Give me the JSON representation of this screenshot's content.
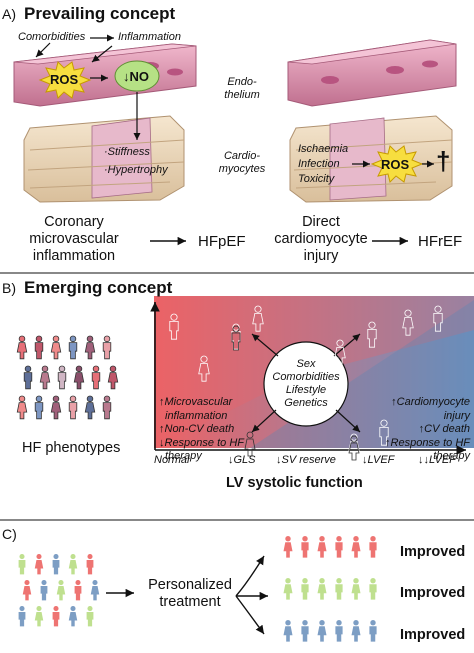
{
  "sectionA": {
    "letter": "A)",
    "title": "Prevailing concept",
    "comorbidities": "Comorbidities",
    "inflammation": "Inflammation",
    "ros": "ROS",
    "no": "↓NO",
    "endothelium_1": "Endo-",
    "endothelium_2": "thelium",
    "cardio_1": "Cardio-",
    "cardio_2": "myocytes",
    "stiffness": "·Stiffness",
    "hypertrophy": "·Hypertrophy",
    "ischaemia": "Ischaemia",
    "infection": "Infection",
    "toxicity": "Toxicity",
    "ros2": "ROS",
    "dagger": "†",
    "left_cause_1": "Coronary",
    "left_cause_2": "microvascular",
    "left_cause_3": "inflammation",
    "hfpef": "HFpEF",
    "right_cause_1": "Direct",
    "right_cause_2": "cardiomyocyte",
    "right_cause_3": "injury",
    "hfref": "HFrEF"
  },
  "sectionB": {
    "letter": "B)",
    "title": "Emerging concept",
    "hf_phenotypes": "HF phenotypes",
    "circle": [
      "Sex",
      "Comorbidities",
      "Lifestyle",
      "Genetics"
    ],
    "left_list": [
      "↑Microvascular",
      "inflammation",
      "↑Non-CV death",
      "↓Response to HF",
      "therapy"
    ],
    "right_list": [
      "↑Cardiomyocyte",
      "injury",
      "↑CV death",
      "↑Response to HF",
      "therapy"
    ],
    "x_ticks": [
      "Normal",
      "↓GLS",
      "↓SV reserve",
      "↓LVEF",
      "↓↓LVEF"
    ],
    "x_title": "LV systolic function",
    "colors": {
      "red": "#e8656a",
      "blue": "#5b86b5",
      "mauve": "#a46b86"
    }
  },
  "sectionC": {
    "letter": "C)",
    "personalized_1": "Personalized",
    "personalized_2": "treatment",
    "improved": [
      "Improved",
      "Improved",
      "Improved"
    ],
    "colors": {
      "red": "#ee7472",
      "green": "#bfe08f",
      "blue": "#7d9ec4"
    }
  }
}
